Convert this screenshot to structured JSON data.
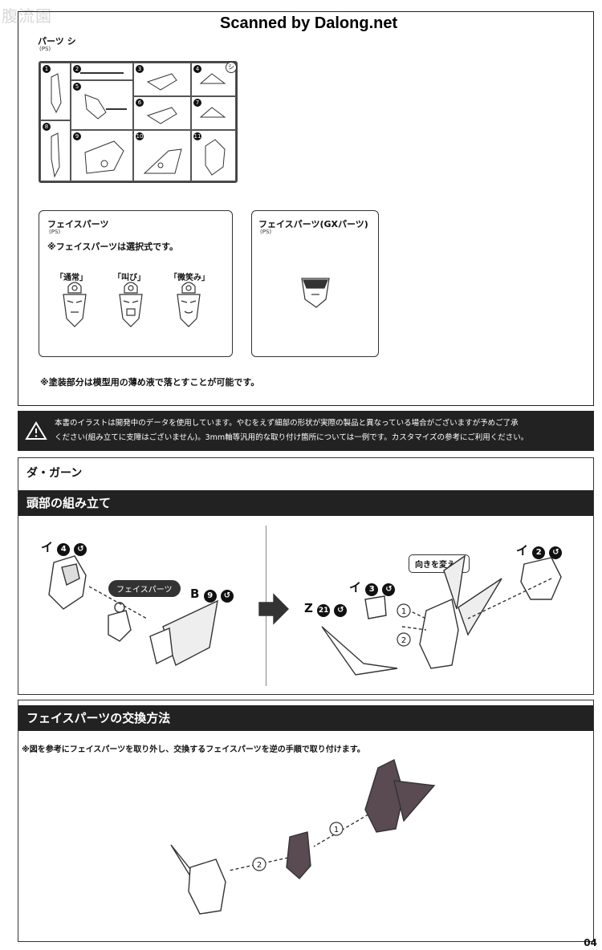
{
  "watermark": "腹流園",
  "scan_credit": "Scanned by Dalong.net",
  "parts_runner": {
    "title": "パーツ シ",
    "sub": "(PS)",
    "tag": "シ",
    "cell_numbers": [
      "1",
      "2",
      "3",
      "4",
      "5",
      "6",
      "7",
      "8",
      "9",
      "10",
      "11"
    ]
  },
  "face_parts": {
    "title": "フェイスパーツ",
    "sub": "(PS)",
    "note": "※フェイスパーツは選択式です。",
    "options": [
      "「通常」",
      "「叫び」",
      "「微笑み」"
    ]
  },
  "face_parts_gx": {
    "title": "フェイスパーツ(GXパーツ)",
    "sub": "(PS)"
  },
  "paint_note": "※塗装部分は模型用の薄め液で落とすことが可能です。",
  "warning": {
    "line1": "本書のイラストは開発中のデータを使用しています。やむをえず細部の形状が実際の製品と異なっている場合がございますが予めご了承",
    "line2": "ください(組み立てに支障はございません)。3mm軸等汎用的な取り付け箇所については一例です。カスタマイズの参考にご利用ください。"
  },
  "section1": {
    "name": "ダ・ガーン",
    "bar_title": "頭部の組み立て",
    "step_labels": [
      "イ",
      "B",
      "イ",
      "イ",
      "Z"
    ],
    "step_nums": [
      "4",
      "9",
      "3",
      "2",
      "21"
    ],
    "face_pill": "フェイスパーツ",
    "turn_bubble": "向きを変える",
    "arrow_nums": [
      "1",
      "2"
    ]
  },
  "section2": {
    "bar_title": "フェイスパーツの交換方法",
    "note": "※図を参考にフェイスパーツを取り外し、交換するフェイスパーツを逆の手順で取り付けます。",
    "arrow_nums": [
      "1",
      "2"
    ]
  },
  "page_number": "04"
}
